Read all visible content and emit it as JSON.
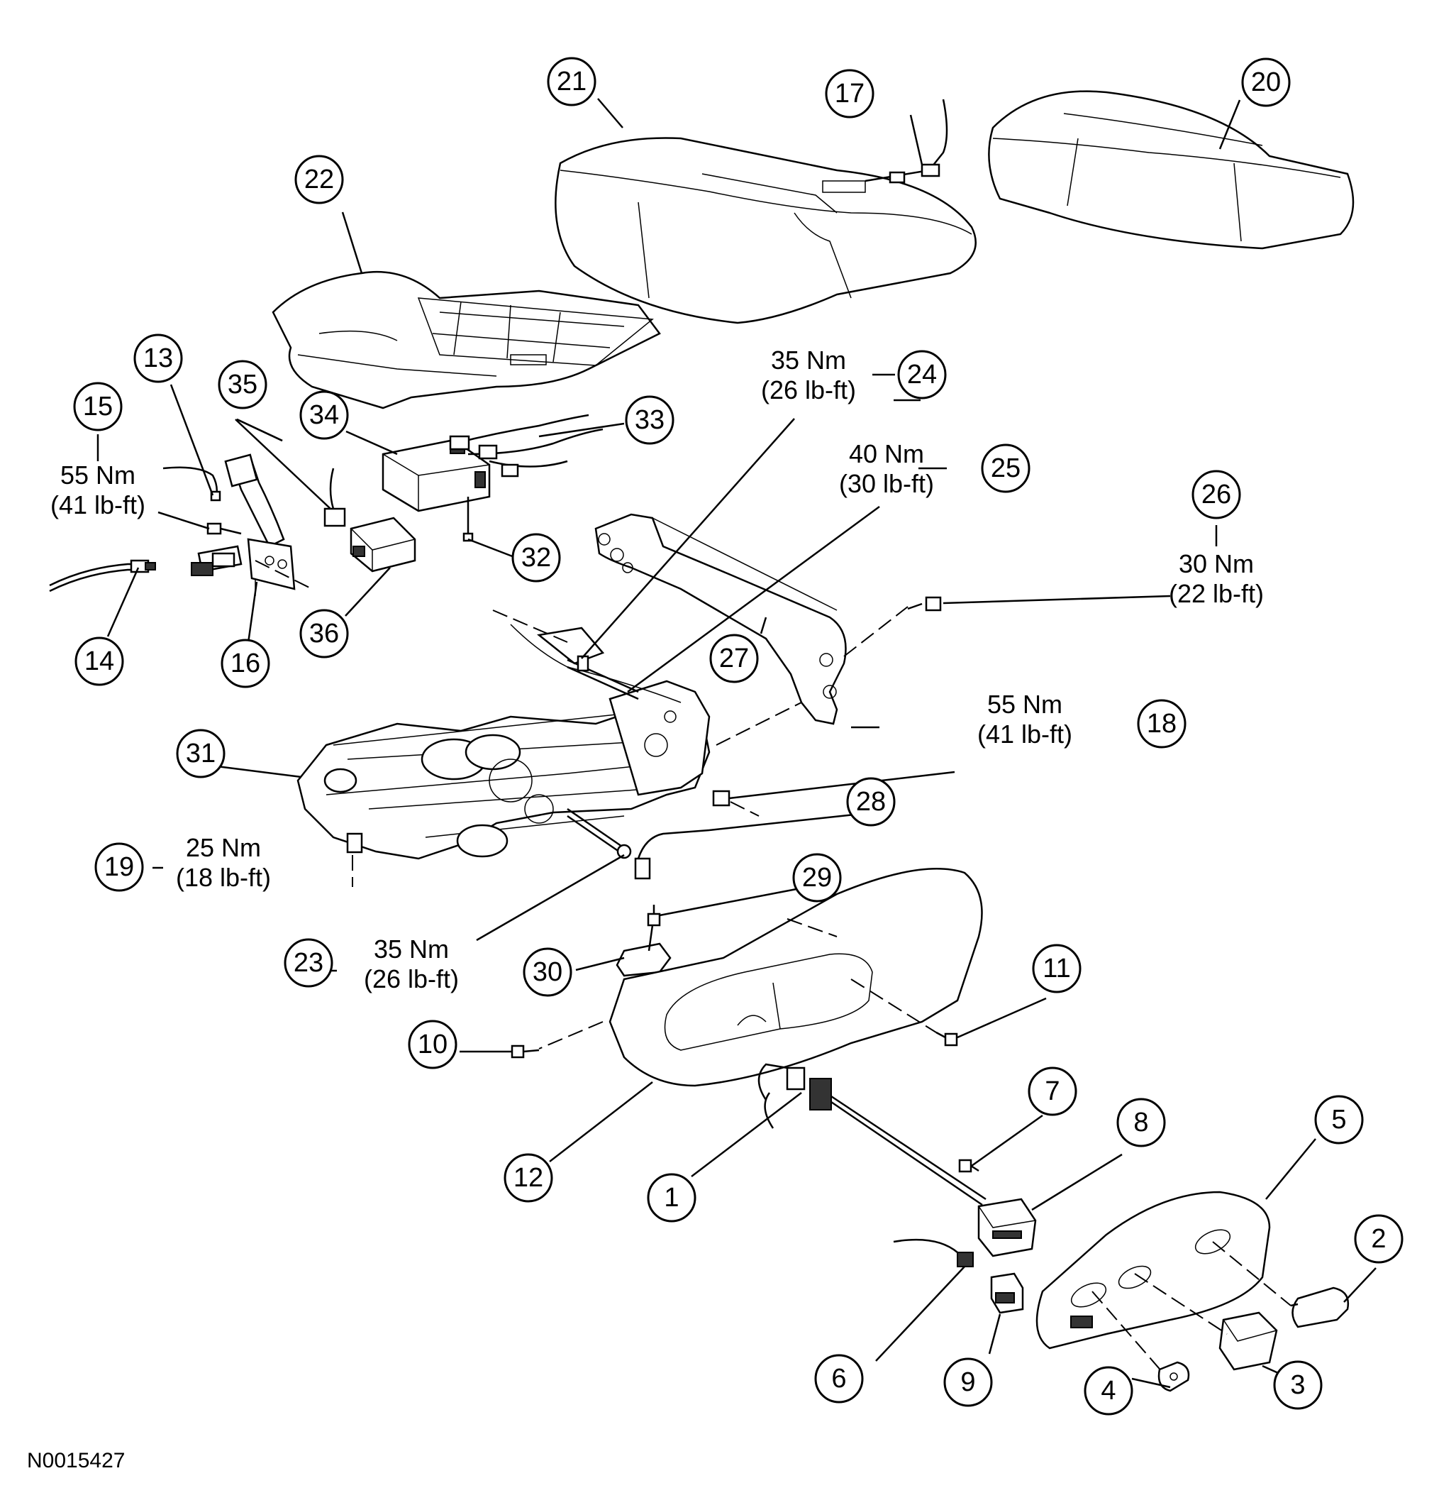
{
  "figure_code": "N0015427",
  "callouts": [
    {
      "id": "1"
    },
    {
      "id": "2"
    },
    {
      "id": "3"
    },
    {
      "id": "4"
    },
    {
      "id": "5"
    },
    {
      "id": "6"
    },
    {
      "id": "7"
    },
    {
      "id": "8"
    },
    {
      "id": "9"
    },
    {
      "id": "10"
    },
    {
      "id": "11"
    },
    {
      "id": "12"
    },
    {
      "id": "13"
    },
    {
      "id": "14"
    },
    {
      "id": "15"
    },
    {
      "id": "16"
    },
    {
      "id": "17"
    },
    {
      "id": "18"
    },
    {
      "id": "19"
    },
    {
      "id": "20"
    },
    {
      "id": "21"
    },
    {
      "id": "22"
    },
    {
      "id": "23"
    },
    {
      "id": "24"
    },
    {
      "id": "25"
    },
    {
      "id": "26"
    },
    {
      "id": "27"
    },
    {
      "id": "28"
    },
    {
      "id": "29"
    },
    {
      "id": "30"
    },
    {
      "id": "31"
    },
    {
      "id": "32"
    },
    {
      "id": "33"
    },
    {
      "id": "34"
    },
    {
      "id": "35"
    },
    {
      "id": "36"
    }
  ],
  "torque_specs": {
    "s15": {
      "nm": "55 Nm",
      "lbft": "(41 lb-ft)"
    },
    "s18": {
      "nm": "55 Nm",
      "lbft": "(41 lb-ft)"
    },
    "s19": {
      "nm": "25 Nm",
      "lbft": "(18 lb-ft)"
    },
    "s23": {
      "nm": "35 Nm",
      "lbft": "(26 lb-ft)"
    },
    "s24": {
      "nm": "35 Nm",
      "lbft": "(26 lb-ft)"
    },
    "s25": {
      "nm": "40 Nm",
      "lbft": "(30 lb-ft)"
    },
    "s26": {
      "nm": "30 Nm",
      "lbft": "(22 lb-ft)"
    }
  }
}
